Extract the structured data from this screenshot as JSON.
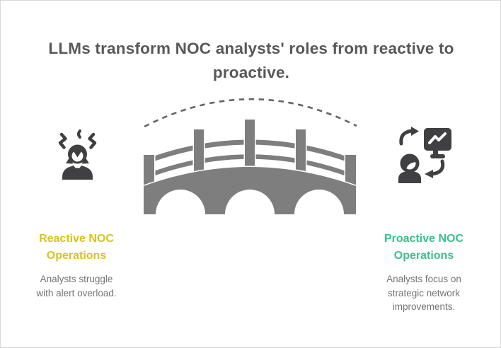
{
  "title": "LLMs transform NOC analysts' roles from reactive to\nproactive.",
  "left_column": {
    "icon": "stressed-analyst",
    "heading": "Reactive NOC\nOperations",
    "description": "Analysts struggle\nwith alert overload."
  },
  "right_column": {
    "icon": "analyst-monitor-sync",
    "heading": "Proactive NOC\nOperations",
    "description": "Analysts focus on\nstrategic network\nimprovements."
  },
  "center_graphic": {
    "icon": "bridge",
    "path": "dashed-arc"
  },
  "colors": {
    "background": "#FFFFFF",
    "border": "#D8D8D8",
    "title_text": "#58585A",
    "description_text": "#737477",
    "reactive_heading": "#D6C31E",
    "proactive_heading": "#3DBE8B",
    "bridge_fill": "#7E7E7E",
    "side_icons": "#404042",
    "dashed_arc": "#646464"
  }
}
